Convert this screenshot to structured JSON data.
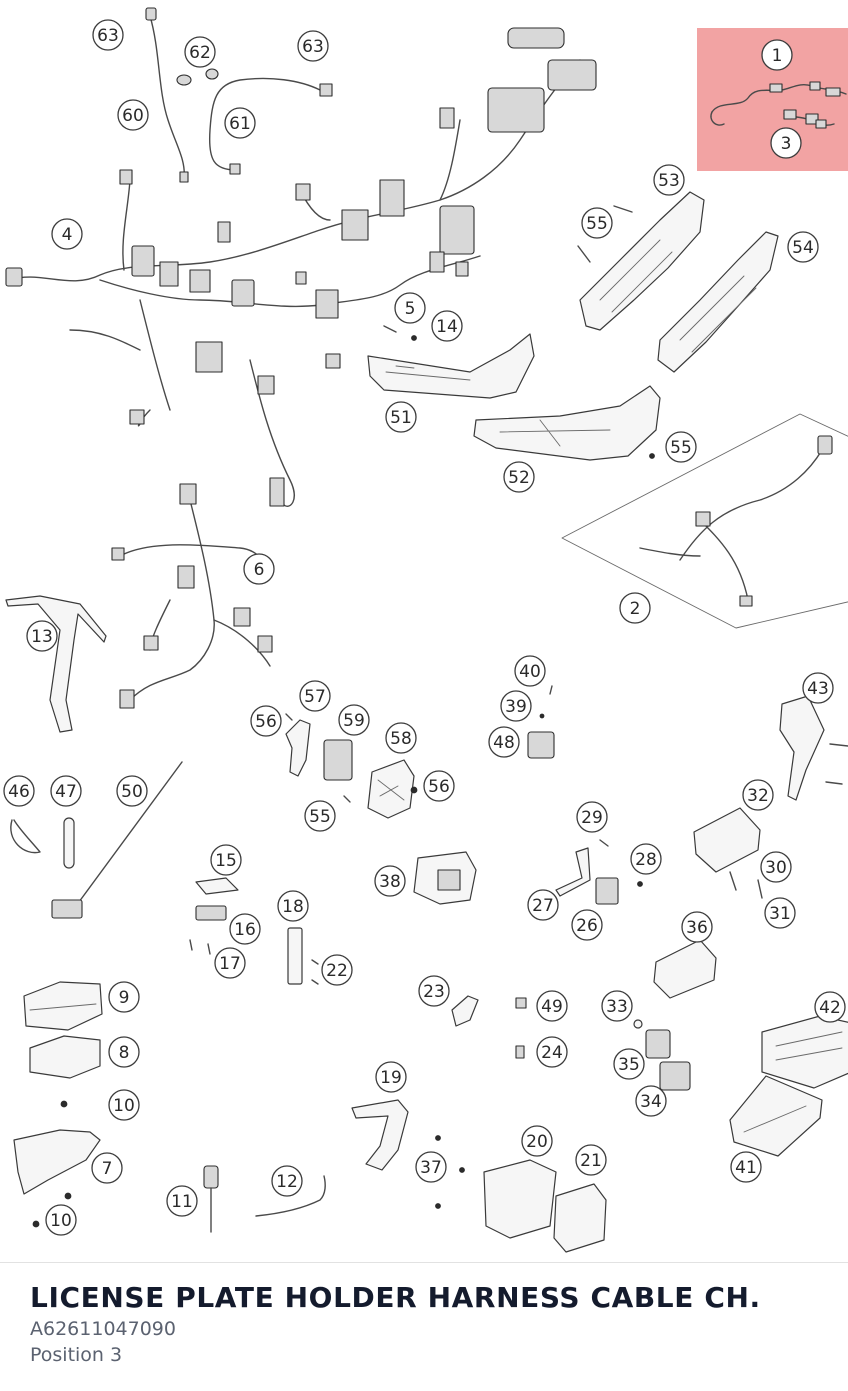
{
  "diagram": {
    "highlight_color": "#f2a3a3",
    "callout_labels": [
      "63",
      "62",
      "63",
      "60",
      "61",
      "1",
      "3",
      "53",
      "55",
      "54",
      "4",
      "5",
      "14",
      "51",
      "52",
      "55",
      "2",
      "6",
      "13",
      "40",
      "39",
      "48",
      "43",
      "57",
      "59",
      "56",
      "58",
      "56",
      "55",
      "46",
      "47",
      "50",
      "32",
      "29",
      "28",
      "30",
      "31",
      "27",
      "26",
      "38",
      "15",
      "16",
      "17",
      "18",
      "22",
      "36",
      "9",
      "8",
      "23",
      "49",
      "33",
      "42",
      "24",
      "35",
      "34",
      "19",
      "10",
      "20",
      "37",
      "21",
      "41",
      "7",
      "12",
      "11",
      "10"
    ]
  },
  "footer": {
    "title": "LICENSE PLATE HOLDER HARNESS CABLE CH.",
    "part_number": "A62611047090",
    "position_text": "Position 3"
  }
}
